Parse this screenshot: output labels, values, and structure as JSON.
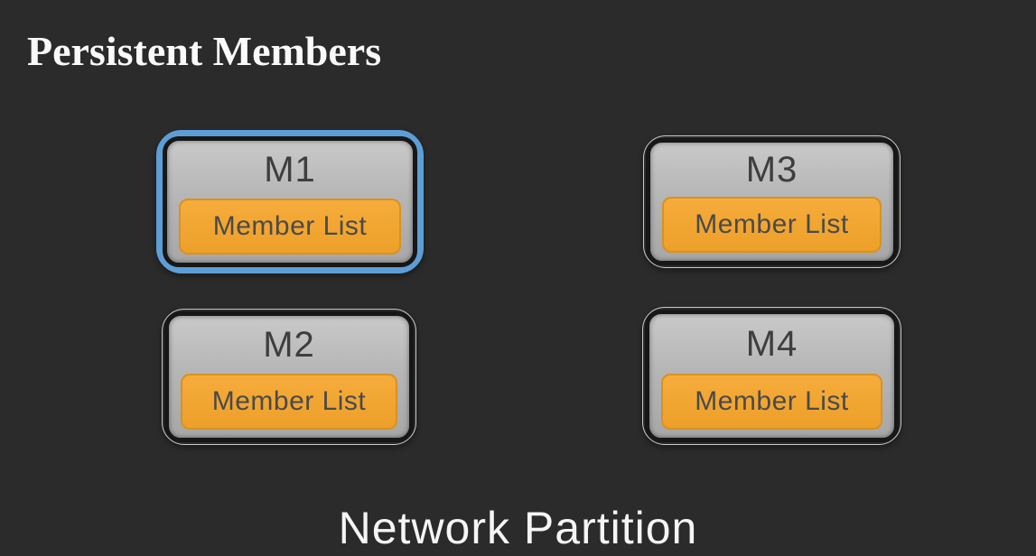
{
  "title": "Persistent Members",
  "caption": "Network Partition",
  "members": [
    {
      "name": "M1",
      "list_label": "Member List",
      "highlighted": true
    },
    {
      "name": "M2",
      "list_label": "Member List",
      "highlighted": false
    },
    {
      "name": "M3",
      "list_label": "Member List",
      "highlighted": false
    },
    {
      "name": "M4",
      "list_label": "Member List",
      "highlighted": false
    }
  ],
  "colors": {
    "background": "#2b2b2b",
    "highlight_ring": "#5d9ed6",
    "box_frame": "#171717",
    "box_outline": "#c9c9c9",
    "box_fill": "#b6b6b6",
    "member_list_fill": "#f0a431",
    "member_list_border": "#d9921f",
    "dark_text": "#3e3e3e",
    "light_text": "#f5f5f5"
  }
}
